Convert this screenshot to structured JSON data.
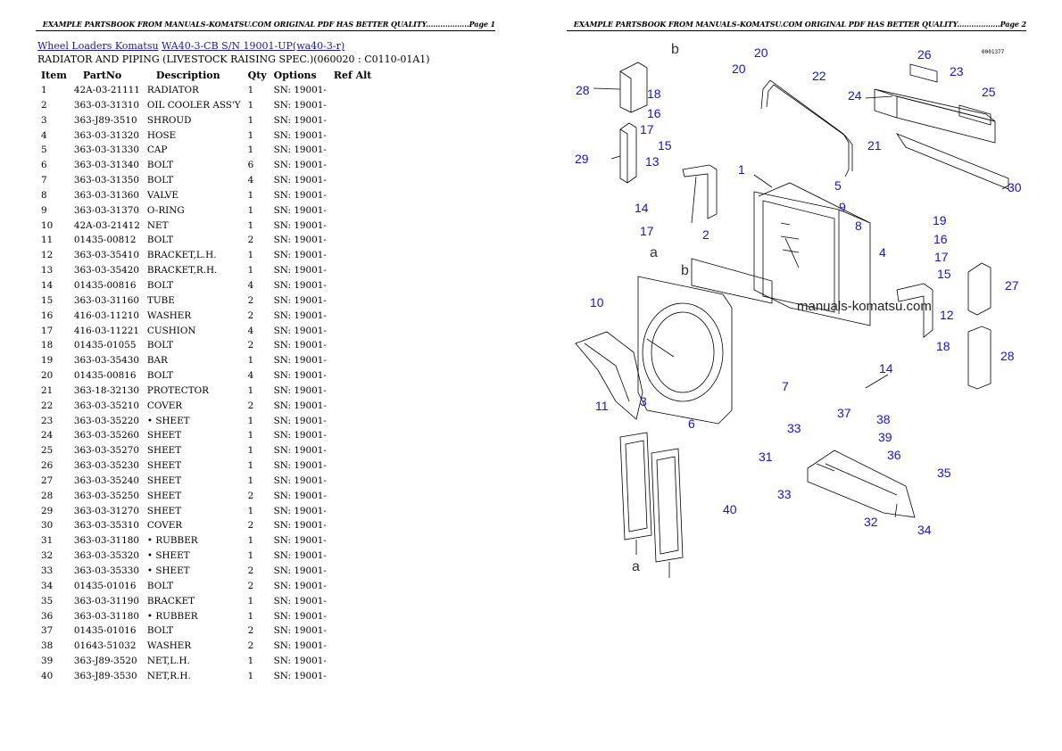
{
  "page1": {
    "header": "EXAMPLE PARTSBOOK FROM MANUALS-KOMATSU.COM ORIGINAL PDF HAS BETTER QUALITY..................Page 1",
    "breadcrumb": {
      "brand": "Wheel Loaders Komatsu",
      "model": "WA40-3-CB S/N 19001-UP(wa40-3-r)"
    },
    "subtitle": "RADIATOR AND PIPING (LIVESTOCK RAISING SPEC.)(060020 : C0110-01A1)",
    "columns": [
      "Item",
      "PartNo",
      "Description",
      "Qty",
      "Options",
      "Ref Alt"
    ],
    "rows": [
      [
        "1",
        "42A-03-21111",
        "RADIATOR",
        "1",
        "SN: 19001-"
      ],
      [
        "2",
        "363-03-31310",
        "OIL COOLER ASS'Y",
        "1",
        "SN: 19001-"
      ],
      [
        "3",
        "363-J89-3510",
        "SHROUD",
        "1",
        "SN: 19001-"
      ],
      [
        "4",
        "363-03-31320",
        "HOSE",
        "1",
        "SN: 19001-"
      ],
      [
        "5",
        "363-03-31330",
        "CAP",
        "1",
        "SN: 19001-"
      ],
      [
        "6",
        "363-03-31340",
        "BOLT",
        "6",
        "SN: 19001-"
      ],
      [
        "7",
        "363-03-31350",
        "BOLT",
        "4",
        "SN: 19001-"
      ],
      [
        "8",
        "363-03-31360",
        "VALVE",
        "1",
        "SN: 19001-"
      ],
      [
        "9",
        "363-03-31370",
        "O-RING",
        "1",
        "SN: 19001-"
      ],
      [
        "10",
        "42A-03-21412",
        "NET",
        "1",
        "SN: 19001-"
      ],
      [
        "11",
        "01435-00812",
        "BOLT",
        "2",
        "SN: 19001-"
      ],
      [
        "12",
        "363-03-35410",
        "BRACKET,L.H.",
        "1",
        "SN: 19001-"
      ],
      [
        "13",
        "363-03-35420",
        "BRACKET,R.H.",
        "1",
        "SN: 19001-"
      ],
      [
        "14",
        "01435-00816",
        "BOLT",
        "4",
        "SN: 19001-"
      ],
      [
        "15",
        "363-03-31160",
        "TUBE",
        "2",
        "SN: 19001-"
      ],
      [
        "16",
        "416-03-11210",
        "WASHER",
        "2",
        "SN: 19001-"
      ],
      [
        "17",
        "416-03-11221",
        "CUSHION",
        "4",
        "SN: 19001-"
      ],
      [
        "18",
        "01435-01055",
        "BOLT",
        "2",
        "SN: 19001-"
      ],
      [
        "19",
        "363-03-35430",
        "BAR",
        "1",
        "SN: 19001-"
      ],
      [
        "20",
        "01435-00816",
        "BOLT",
        "4",
        "SN: 19001-"
      ],
      [
        "21",
        "363-18-32130",
        "PROTECTOR",
        "1",
        "SN: 19001-"
      ],
      [
        "22",
        "363-03-35210",
        "COVER",
        "2",
        "SN: 19001-"
      ],
      [
        "23",
        "363-03-35220",
        "• SHEET",
        "1",
        "SN: 19001-"
      ],
      [
        "24",
        "363-03-35260",
        "SHEET",
        "1",
        "SN: 19001-"
      ],
      [
        "25",
        "363-03-35270",
        "SHEET",
        "1",
        "SN: 19001-"
      ],
      [
        "26",
        "363-03-35230",
        "SHEET",
        "1",
        "SN: 19001-"
      ],
      [
        "27",
        "363-03-35240",
        "SHEET",
        "1",
        "SN: 19001-"
      ],
      [
        "28",
        "363-03-35250",
        "SHEET",
        "2",
        "SN: 19001-"
      ],
      [
        "29",
        "363-03-31270",
        "SHEET",
        "1",
        "SN: 19001-"
      ],
      [
        "30",
        "363-03-35310",
        "COVER",
        "2",
        "SN: 19001-"
      ],
      [
        "31",
        "363-03-31180",
        "• RUBBER",
        "1",
        "SN: 19001-"
      ],
      [
        "32",
        "363-03-35320",
        "• SHEET",
        "1",
        "SN: 19001-"
      ],
      [
        "33",
        "363-03-35330",
        "• SHEET",
        "2",
        "SN: 19001-"
      ],
      [
        "34",
        "01435-01016",
        "BOLT",
        "2",
        "SN: 19001-"
      ],
      [
        "35",
        "363-03-31190",
        "BRACKET",
        "1",
        "SN: 19001-"
      ],
      [
        "36",
        "363-03-31180",
        "• RUBBER",
        "1",
        "SN: 19001-"
      ],
      [
        "37",
        "01435-01016",
        "BOLT",
        "2",
        "SN: 19001-"
      ],
      [
        "38",
        "01643-51032",
        "WASHER",
        "2",
        "SN: 19001-"
      ],
      [
        "39",
        "363-J89-3520",
        "NET,L.H.",
        "1",
        "SN: 19001-"
      ],
      [
        "40",
        "363-J89-3530",
        "NET,R.H.",
        "1",
        "SN: 19001-"
      ]
    ]
  },
  "page2": {
    "header": "EXAMPLE PARTSBOOK FROM MANUALS-KOMATSU.COM ORIGINAL PDF HAS BETTER QUALITY..................Page 2",
    "diagram_code": "0001377",
    "watermark": "manuals-komatsu.com",
    "callout_color": "#1515c8",
    "callouts": [
      "1",
      "2",
      "3",
      "4",
      "5",
      "6",
      "7",
      "8",
      "9",
      "10",
      "11",
      "12",
      "13",
      "14",
      "14",
      "15",
      "15",
      "16",
      "16",
      "17",
      "17",
      "17",
      "18",
      "18",
      "19",
      "20",
      "20",
      "21",
      "22",
      "23",
      "24",
      "25",
      "26",
      "27",
      "28",
      "28",
      "29",
      "30",
      "31",
      "32",
      "33",
      "33",
      "34",
      "35",
      "36",
      "37",
      "38",
      "39",
      "40"
    ],
    "letters": [
      "a",
      "b",
      "a",
      "b"
    ]
  }
}
